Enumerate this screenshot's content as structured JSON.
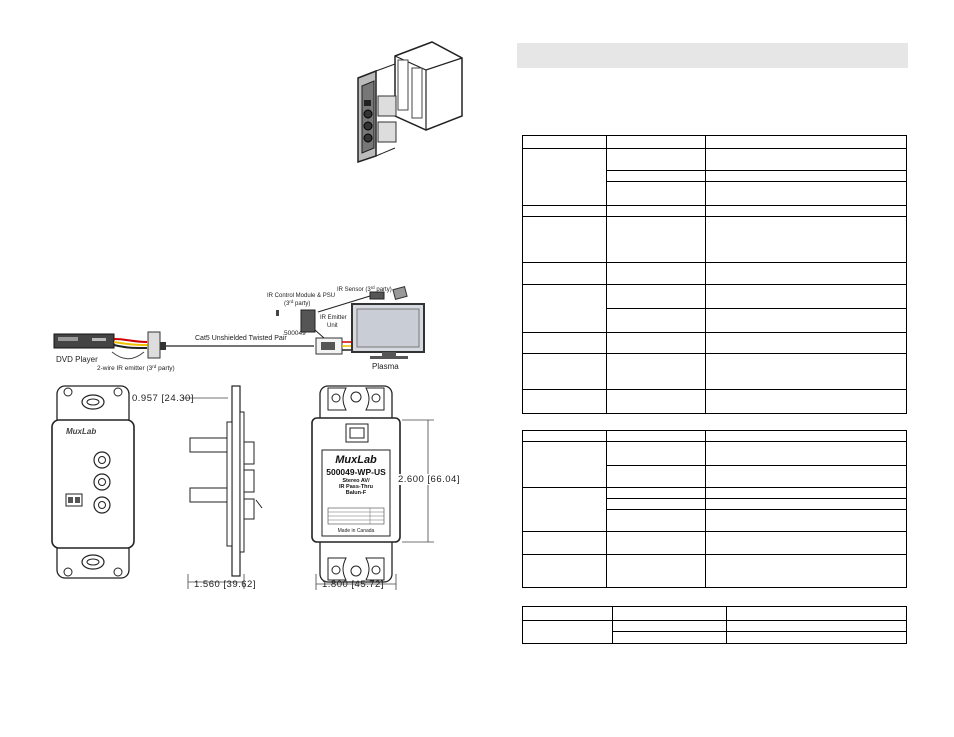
{
  "diagram": {
    "connection": {
      "dvd_player": "DVD Player",
      "ir_emitter": "2-wire IR emitter (3",
      "ir_emitter_sup": "rd",
      "ir_emitter_end": " party)",
      "cable": "Cat5 Unshielded Twisted Pair",
      "ir_module_line1": "IR Control Module & PSU",
      "ir_module_line2": "(3",
      "ir_module_sup": "rd",
      "ir_module_end": " party)",
      "ir_sensor": "IR Sensor (3",
      "ir_sensor_sup": "rd",
      "ir_sensor_end": " party)",
      "ir_emitter_unit_line1": "IR Emitter",
      "ir_emitter_unit_line2": "Unit",
      "model_short": "500049",
      "display": "Plasma"
    },
    "plate": {
      "brand": "MuxLab",
      "model": "500049-WP-US",
      "line1": "Stereo AV/",
      "line2": "IR Pass-Thru",
      "line3": "Balun-F",
      "made_in": "Made in Canada",
      "dim_width_top": "0.957",
      "dim_width_top_mm": "[24.30]",
      "dim_depth": "1.560",
      "dim_depth_mm": "[39.62]",
      "dim_height": "2.600",
      "dim_height_mm": "[66.04]",
      "dim_width": "1.800",
      "dim_width_mm": "[45.72]"
    }
  }
}
